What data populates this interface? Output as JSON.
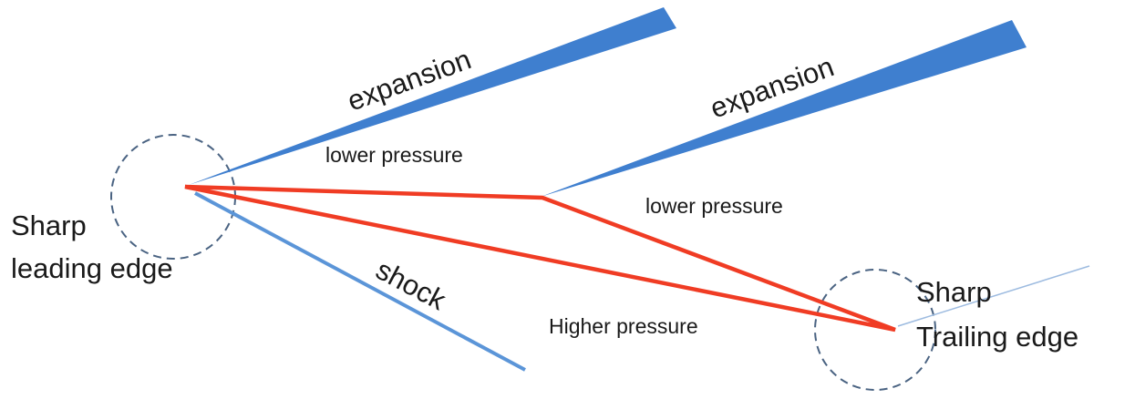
{
  "labels": {
    "expansion_1": "expansion",
    "expansion_2": "expansion",
    "lower_pressure_1": "lower pressure",
    "lower_pressure_2": "lower pressure",
    "shock": "shock",
    "higher_pressure": "Higher pressure",
    "leading_edge_line1": "Sharp",
    "leading_edge_line2": "leading edge",
    "trailing_edge_line1": "Sharp",
    "trailing_edge_line2": "Trailing edge"
  },
  "colors": {
    "airfoil": "#f03c24",
    "expansion_fan": "#3f7fcf",
    "shock": "#5b95d8",
    "trailing_line": "#9dbbe0",
    "circle": "#4a6382",
    "text": "#1a1a1a"
  }
}
